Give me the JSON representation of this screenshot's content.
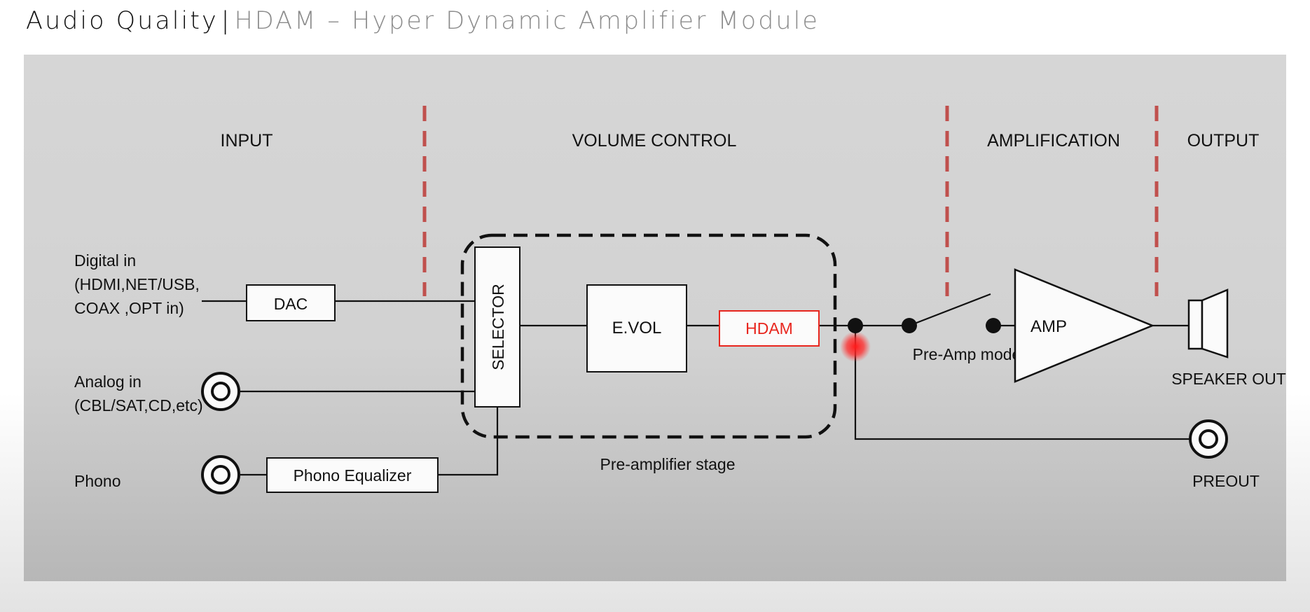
{
  "header": {
    "title": "Audio Quality",
    "separator": "|",
    "subtitle": "HDAM – Hyper Dynamic Amplifier Module"
  },
  "diagram": {
    "sections": {
      "input": "INPUT",
      "volume_control": "VOLUME CONTROL",
      "amplification": "AMPLIFICATION",
      "output": "OUTPUT"
    },
    "inputs": {
      "digital": [
        "Digital in",
        "(HDMI,NET/USB,",
        "COAX ,OPT in)"
      ],
      "analog": [
        "Analog in",
        "(CBL/SAT,CD,etc)"
      ],
      "phono": "Phono"
    },
    "blocks": {
      "dac": "DAC",
      "selector": "SELECTOR",
      "evol": "E.VOL",
      "hdam": "HDAM",
      "phono_eq": "Phono Equalizer",
      "amp": "AMP"
    },
    "labels": {
      "preamp_mode": "Pre-Amp mode",
      "preamp_stage": "Pre-amplifier stage",
      "speaker_out": "SPEAKER OUT",
      "preout": "PREOUT"
    },
    "colors": {
      "divider": "#c0504d",
      "highlight": "#e8261e",
      "line": "#111111"
    }
  }
}
